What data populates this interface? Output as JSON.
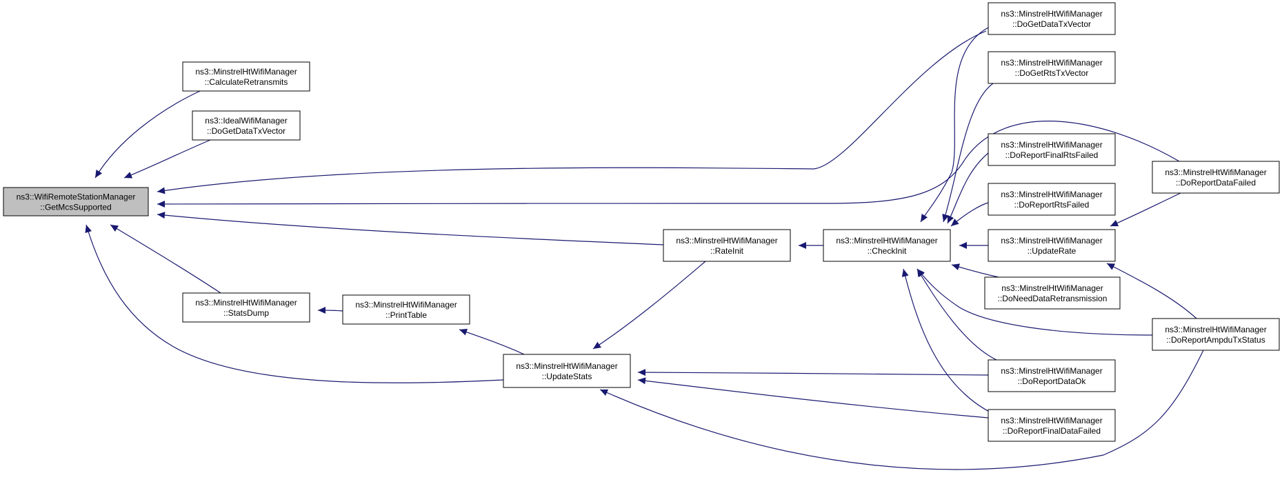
{
  "graph": {
    "colors": {
      "edge": "#191970",
      "root_fill": "#bfbfbf",
      "node_fill": "#ffffff",
      "node_border": "#000000"
    },
    "nodes": {
      "get_mcs_supported": [
        "ns3::WifiRemoteStationManager",
        "::GetMcsSupported"
      ],
      "calculate_retransmits": [
        "ns3::MinstrelHtWifiManager",
        "::CalculateRetransmits"
      ],
      "ideal_do_get_data_tx_vector": [
        "ns3::IdealWifiManager",
        "::DoGetDataTxVector"
      ],
      "stats_dump": [
        "ns3::MinstrelHtWifiManager",
        "::StatsDump"
      ],
      "print_table": [
        "ns3::MinstrelHtWifiManager",
        "::PrintTable"
      ],
      "update_stats": [
        "ns3::MinstrelHtWifiManager",
        "::UpdateStats"
      ],
      "rate_init": [
        "ns3::MinstrelHtWifiManager",
        "::RateInit"
      ],
      "check_init": [
        "ns3::MinstrelHtWifiManager",
        "::CheckInit"
      ],
      "do_get_data_tx_vector": [
        "ns3::MinstrelHtWifiManager",
        "::DoGetDataTxVector"
      ],
      "do_get_rts_tx_vector": [
        "ns3::MinstrelHtWifiManager",
        "::DoGetRtsTxVector"
      ],
      "do_report_final_rts_failed": [
        "ns3::MinstrelHtWifiManager",
        "::DoReportFinalRtsFailed"
      ],
      "do_report_rts_failed": [
        "ns3::MinstrelHtWifiManager",
        "::DoReportRtsFailed"
      ],
      "update_rate": [
        "ns3::MinstrelHtWifiManager",
        "::UpdateRate"
      ],
      "do_need_data_retransmission": [
        "ns3::MinstrelHtWifiManager",
        "::DoNeedDataRetransmission"
      ],
      "do_report_data_ok": [
        "ns3::MinstrelHtWifiManager",
        "::DoReportDataOk"
      ],
      "do_report_final_data_failed": [
        "ns3::MinstrelHtWifiManager",
        "::DoReportFinalDataFailed"
      ],
      "do_report_data_failed": [
        "ns3::MinstrelHtWifiManager",
        "::DoReportDataFailed"
      ],
      "do_report_ampdu_tx_status": [
        "ns3::MinstrelHtWifiManager",
        "::DoReportAmpduTxStatus"
      ]
    },
    "edges": [
      [
        "calculate_retransmits",
        "get_mcs_supported"
      ],
      [
        "ideal_do_get_data_tx_vector",
        "get_mcs_supported"
      ],
      [
        "do_get_data_tx_vector",
        "get_mcs_supported"
      ],
      [
        "do_report_data_failed",
        "get_mcs_supported"
      ],
      [
        "rate_init",
        "get_mcs_supported"
      ],
      [
        "stats_dump",
        "get_mcs_supported"
      ],
      [
        "update_stats",
        "get_mcs_supported"
      ],
      [
        "print_table",
        "stats_dump"
      ],
      [
        "update_stats",
        "print_table"
      ],
      [
        "check_init",
        "rate_init"
      ],
      [
        "update_stats",
        "rate_init"
      ],
      [
        "do_get_data_tx_vector",
        "check_init"
      ],
      [
        "do_get_rts_tx_vector",
        "check_init"
      ],
      [
        "do_report_final_rts_failed",
        "check_init"
      ],
      [
        "do_report_rts_failed",
        "check_init"
      ],
      [
        "update_rate",
        "check_init"
      ],
      [
        "do_need_data_retransmission",
        "check_init"
      ],
      [
        "do_report_data_ok",
        "check_init"
      ],
      [
        "do_report_final_data_failed",
        "check_init"
      ],
      [
        "do_report_ampdu_tx_status",
        "check_init"
      ],
      [
        "do_report_data_failed",
        "update_rate"
      ],
      [
        "do_report_ampdu_tx_status",
        "update_rate"
      ],
      [
        "do_report_data_ok",
        "update_stats"
      ],
      [
        "do_report_final_data_failed",
        "update_stats"
      ],
      [
        "do_report_ampdu_tx_status",
        "update_stats"
      ]
    ]
  }
}
